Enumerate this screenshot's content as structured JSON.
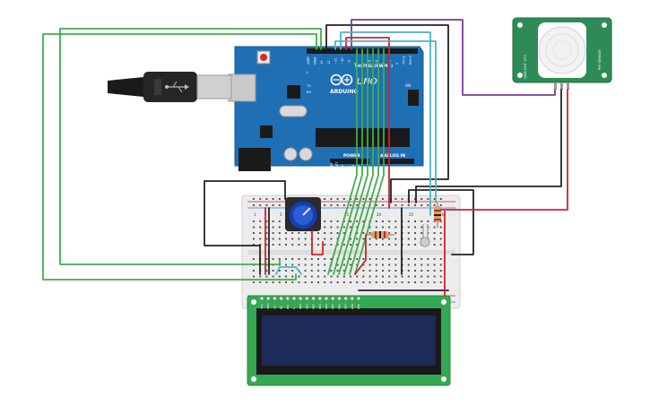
{
  "arduino": {
    "brand_text": "ARDUINO",
    "model_text": "UNO",
    "digital_header": "DIGITAL (PWM~)",
    "power_header": "POWER",
    "analog_header": "ANALOG IN",
    "on_label": "ON",
    "tx_label": "TX",
    "rx_label": "RX",
    "l_label": "L",
    "top_pins": [
      "AREF",
      "GND",
      "13",
      "12",
      "~11",
      "~10",
      "~9",
      "8",
      "7",
      "~6",
      "~5",
      "4",
      "~3",
      "2",
      "TX→1",
      "RX←0"
    ],
    "power_pins": [
      "IOREF",
      "RESET",
      "3.3V",
      "5V",
      "GND",
      "GND",
      "Vin"
    ],
    "analog_pins": [
      "A0",
      "A1",
      "A2",
      "A3",
      "A4",
      "A5"
    ],
    "color": "#1f6fb5"
  },
  "pir_sensor": {
    "side_label_left": "GND  OUT  VCC",
    "side_label_right": "PIR SENSOR",
    "color": "#2e8b57"
  },
  "lcd": {
    "pin_labels": [
      "VSS",
      "VDD",
      "V0",
      "RS",
      "RW",
      "E",
      "DB0",
      "DB1",
      "DB2",
      "DB3",
      "DB4",
      "DB5",
      "DB6",
      "DB7",
      "LED",
      "LED"
    ],
    "screen_color": "#1e2a57",
    "board_color": "#35a853"
  },
  "breadboard": {
    "row_numbers": [
      "1",
      "5",
      "10",
      "15",
      "20",
      "25",
      "30"
    ],
    "color": "#f0f0f0"
  },
  "wire_colors": {
    "green": "#3fae4a",
    "black": "#222222",
    "red": "#d4202a",
    "purple": "#7a3b98",
    "cyan": "#4fb3c8"
  }
}
